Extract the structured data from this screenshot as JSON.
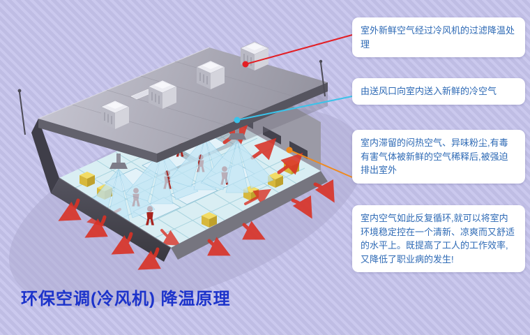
{
  "title": {
    "text": "环保空调(冷风机)  降温原理",
    "color": "#1c33cb"
  },
  "callouts": [
    {
      "text": "室外新鲜空气经过冷风机的过滤降温处理",
      "connector_color": "#e31e24"
    },
    {
      "text": "由送风口向室内送入新鲜的冷空气",
      "connector_color": "#3bc3ea"
    },
    {
      "text": "室内滞留的闷热空气、异味粉尘,有毒有害气体被新鲜的空气稀释后,被强迫排出室外",
      "connector_color": "#f08a1d"
    },
    {
      "text": "室内空气如此反复循环,就可以将室内环境稳定控在一个清新、凉爽而又舒适的水平上。既提高了工人的工作效率,又降低了职业病的发生!",
      "connector_color": ""
    }
  ],
  "illustration": {
    "subject": "isometric factory workshop cooled by rooftop evaporative air coolers",
    "cooling_units": 4,
    "air_diffusers": 4,
    "workers": 6,
    "colors": {
      "fresh_air_stream": "#c2e6f6",
      "exhaust_arrow": "#d93226",
      "floor": "#d9eef3",
      "roof": "#a3a2ae"
    }
  },
  "page": {
    "background": "#c6c4e8"
  }
}
